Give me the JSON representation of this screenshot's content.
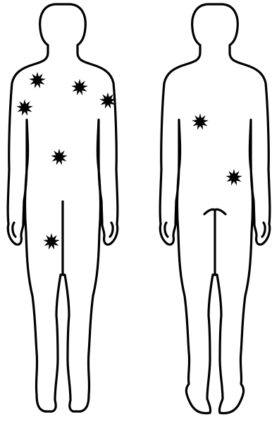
{
  "figure": {
    "outline_color": "#000000",
    "marker_color": "#000000",
    "background": "#ffffff"
  },
  "figures": [
    {
      "view": "front",
      "markers": [
        {
          "region": "left-shoulder"
        },
        {
          "region": "upper-chest-right"
        },
        {
          "region": "right-shoulder"
        },
        {
          "region": "left-upper-arm"
        },
        {
          "region": "abdomen"
        },
        {
          "region": "left-thigh"
        }
      ]
    },
    {
      "view": "back",
      "markers": [
        {
          "region": "upper-back-left"
        },
        {
          "region": "lower-back-right"
        }
      ]
    }
  ]
}
